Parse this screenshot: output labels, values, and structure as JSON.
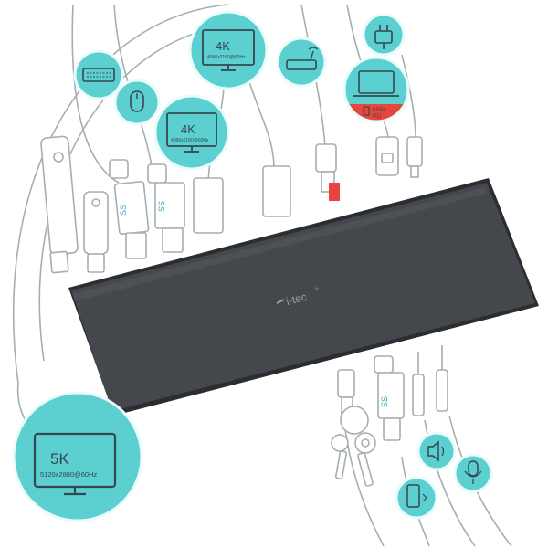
{
  "brand": {
    "logo_text": "i-tec",
    "registered_mark": "®"
  },
  "colors": {
    "bubble": "#5ccfd1",
    "bubble_stroke": "#e9fbfb",
    "cable": "#a7adb1",
    "dock": "#3c3f43",
    "power": "#e8453c",
    "icon": "#37474f"
  },
  "monitors": {
    "large": {
      "res": "5K",
      "spec": "5120x2880@60Hz"
    },
    "top": {
      "res": "4K",
      "spec": "4096x2160@60Hz"
    },
    "middle": {
      "res": "4K",
      "spec": "4096x2160@60Hz"
    }
  },
  "power": {
    "watts": "85W",
    "pd": "PD"
  },
  "usb": {
    "ss_label": "SS"
  },
  "icons": [
    "keyboard-icon",
    "mouse-icon",
    "monitor-icon",
    "router-icon",
    "power-plug-icon",
    "laptop-icon",
    "speaker-icon",
    "microphone-icon",
    "smartphone-icon",
    "usb-flash-drive-icon",
    "keys-icon"
  ]
}
